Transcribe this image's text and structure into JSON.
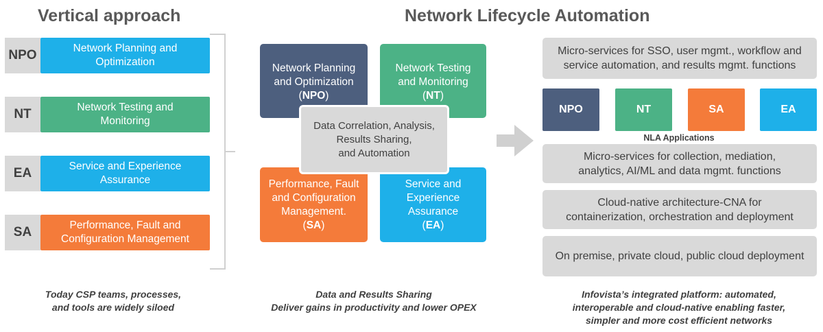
{
  "titles": {
    "left": "Vertical approach",
    "center": "Network Lifecycle Automation"
  },
  "colors": {
    "blue": "#1eb0e9",
    "green": "#4cb286",
    "orange": "#f47b3a",
    "navy": "#4d5f7e",
    "grey": "#d9d9d9"
  },
  "vertical": {
    "rows": [
      {
        "tag": "NPO",
        "label": "Network Planning and\nOptimization"
      },
      {
        "tag": "NT",
        "label": "Network Testing and\nMonitoring"
      },
      {
        "tag": "EA",
        "label": "Service and Experience\nAssurance"
      },
      {
        "tag": "SA",
        "label": "Performance, Fault and\nConfiguration Management"
      }
    ],
    "caption": "Today CSP teams, processes,\nand tools are widely siloed"
  },
  "quadrants": {
    "npo": {
      "text": "Network Planning\nand Optimization",
      "abbr": "NPO"
    },
    "nt": {
      "text": "Network Testing\nand Monitoring",
      "abbr": "NT"
    },
    "sa": {
      "text": "Performance, Fault\nand Configuration\nManagement.",
      "abbr": "SA"
    },
    "ea": {
      "text": "Service and\nExperience\nAssurance",
      "abbr": "EA"
    },
    "center": "Data Correlation, Analysis,\nResults Sharing,\nand Automation",
    "caption": "Data and Results Sharing\nDeliver gains in productivity and lower OPEX"
  },
  "nla": {
    "top": "Micro-services for SSO, user mgmt., workflow and\nservice automation, and results mgmt. functions",
    "apps": [
      "NPO",
      "NT",
      "SA",
      "EA"
    ],
    "apps_label": "NLA Applications",
    "collection": "Micro-services for collection, mediation,\nanalytics, AI/ML and data mgmt. functions",
    "cna": "Cloud-native architecture-CNA for\ncontainerization, orchestration and deployment",
    "deploy": "On premise, private cloud, public cloud deployment",
    "caption": "Infovista’s integrated platform: automated,\ninteroperable and cloud-native enabling faster,\nsimpler and  more cost efficient networks"
  }
}
